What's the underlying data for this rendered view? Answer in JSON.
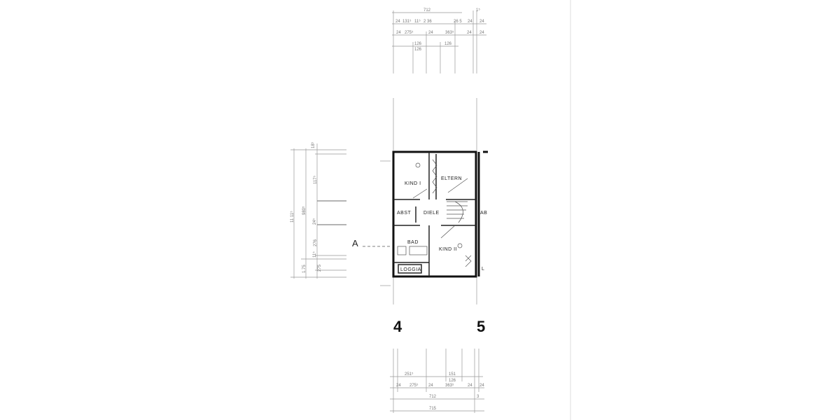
{
  "drawing": {
    "rooms": {
      "kind1": "KIND I",
      "eltern": "ELTERN",
      "abst": "ABST",
      "diele": "DIELE",
      "bad": "BAD",
      "kind2": "KIND II",
      "loggia": "LOGGIA",
      "abst_next": "AB",
      "loggia_next": "L"
    },
    "section_marker": "A",
    "house_numbers": [
      "4",
      "5"
    ],
    "dimensions_top": {
      "row1": [
        "712",
        "1⁵"
      ],
      "row2": [
        "24",
        "131⁵",
        "11⁵",
        "2 36",
        "26 5",
        "24",
        "24"
      ],
      "row3": [
        "24",
        "275⁵",
        "24",
        "363⁵",
        "24",
        "24"
      ],
      "row4": [
        "126",
        "126",
        "126"
      ]
    },
    "dimensions_bottom": {
      "row1": [
        "251⁵",
        "151",
        "126"
      ],
      "row2": [
        "24",
        "275⁵",
        "24",
        "363⁵",
        "24",
        "24"
      ],
      "row3": [
        "712",
        "3"
      ],
      "row4": [
        "715"
      ]
    },
    "dimensions_left": [
      "18⁵",
      "117⁵",
      "11 11⁵",
      "980⁵",
      "24⁵",
      "276",
      "1.75",
      "11⁵",
      "275"
    ]
  }
}
